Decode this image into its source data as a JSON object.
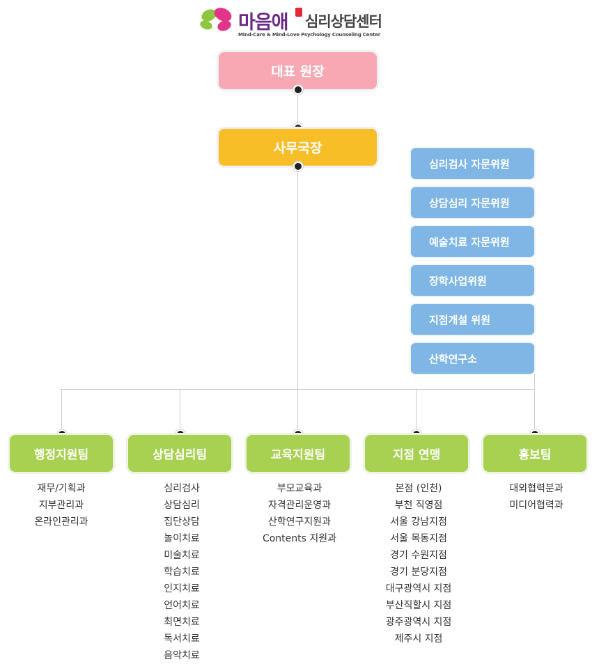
{
  "logo": {
    "brand": "마음애",
    "seal": "마음애",
    "title": "심리상담센터",
    "subtitle": "Mind-Care & Mind-Love Psychology Counseling Center",
    "colors": {
      "pink": "#e0368a",
      "green": "#8dc63f",
      "purple": "#6a2a85"
    }
  },
  "ceo": {
    "label": "대표 원장",
    "color": "#f7a8b2"
  },
  "secretary": {
    "label": "사무국장",
    "color": "#f7be28"
  },
  "advisors": {
    "color": "#7fb6e6",
    "items": [
      "심리검사 자문위원",
      "상담심리 자문위원",
      "예술치료 자문위원",
      "장학사업위원",
      "지점개설 위원",
      "산학연구소"
    ]
  },
  "teams": {
    "color": "#a8d152",
    "items": [
      {
        "label": "행정지원팀",
        "subs": [
          "재무/기획과",
          "지부관리과",
          "온라인관리과"
        ]
      },
      {
        "label": "상담심리팀",
        "subs": [
          "심리검사",
          "상담심리",
          "집단상담",
          "놀이치료",
          "미술치료",
          "학습치료",
          "인지치료",
          "언어치료",
          "최면치료",
          "독서치료",
          "음악치료"
        ]
      },
      {
        "label": "교육지원팀",
        "subs": [
          "부모교육과",
          "자격관리운영과",
          "산학연구지원과",
          "Contents 지원과"
        ]
      },
      {
        "label": "지점 연맹",
        "subs": [
          "본점 (인천)",
          "부천 직영점",
          "서울 강남지점",
          "서울 목동지점",
          "경기 수원지점",
          "경기 분당지점",
          "대구광역시 지점",
          "부산직할시 지점",
          "광주광역시 지점",
          "제주시 지점"
        ]
      },
      {
        "label": "홍보팀",
        "subs": [
          "대외협력분과",
          "미디어협력과"
        ]
      }
    ]
  }
}
